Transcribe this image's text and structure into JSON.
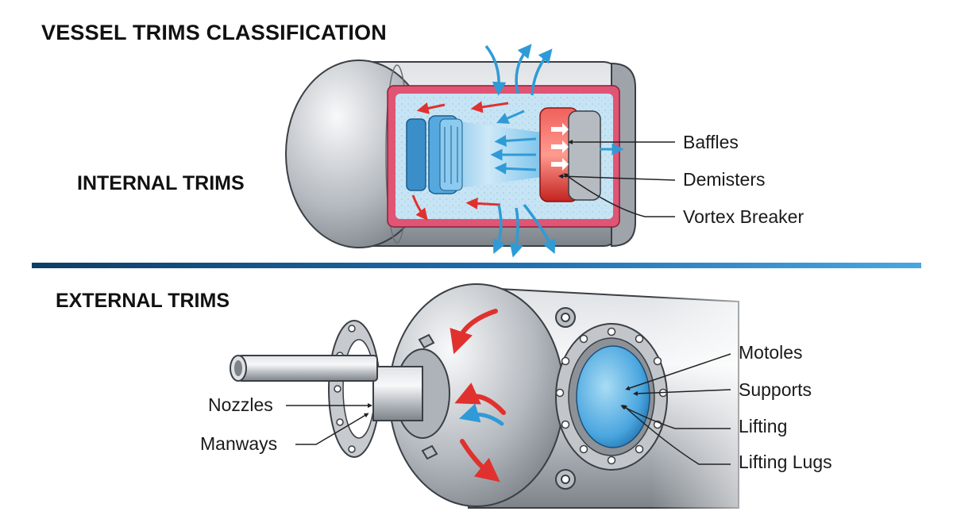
{
  "title": "VESSEL TRIMS CLASSIFICATION",
  "internal": {
    "heading": "INTERNAL TRIMS",
    "callouts": [
      "Baffles",
      "Demisters",
      "Vortex Breaker"
    ]
  },
  "external": {
    "heading": "EXTERNAL TRIMS",
    "callouts_right": [
      "Motoles",
      "Supports",
      "Lifting",
      "Lifting Lugs"
    ],
    "callouts_left": [
      "Nozzles",
      "Manways"
    ]
  },
  "colors": {
    "flow_blue": "#2f9bd6",
    "flow_red": "#e0312f",
    "divider": "#1f6fb0",
    "steel": "#b7bcc2"
  }
}
